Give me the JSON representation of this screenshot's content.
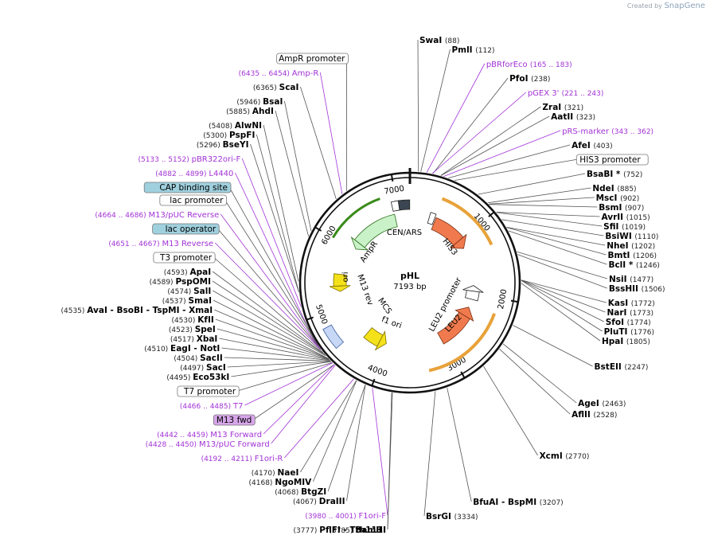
{
  "credit": {
    "prefix": "Created by",
    "brand": "SnapGene"
  },
  "plasmid": {
    "name": "pHL",
    "length_label": "7193 bp",
    "length": 7193
  },
  "ticks": [
    "1000",
    "2000",
    "3000",
    "4000",
    "5000",
    "6000",
    "7000"
  ],
  "inner_labels": {
    "cen_ars": "CEN/ARS",
    "his3": "HIS3",
    "ampr": "AmpR",
    "ori": "ori",
    "m13rev": "M13 rev",
    "mcs": "MCS",
    "f1ori": "f1 ori",
    "leu2_promoter": "LEU2 promoter",
    "leu2": "LEU2"
  },
  "right_labels": [
    {
      "kind": "enz",
      "name": "SwaI",
      "pos": "(88)",
      "bp": 88
    },
    {
      "kind": "enz",
      "name": "PmlI",
      "pos": "(112)",
      "bp": 112
    },
    {
      "kind": "primer",
      "name": "pBRforEco",
      "pos": "(165 .. 183)",
      "bp": 174
    },
    {
      "kind": "enz",
      "name": "PfoI",
      "pos": "(238)",
      "bp": 238
    },
    {
      "kind": "primer",
      "name": "pGEX 3'",
      "pos": "(221 .. 243)",
      "bp": 232
    },
    {
      "kind": "enz",
      "name": "ZraI",
      "pos": "(321)",
      "bp": 321
    },
    {
      "kind": "enz",
      "name": "AatII",
      "pos": "(323)",
      "bp": 323
    },
    {
      "kind": "primer",
      "name": "pRS-marker",
      "pos": "(343 .. 362)",
      "bp": 352
    },
    {
      "kind": "enz",
      "name": "AfeI",
      "pos": "(403)",
      "bp": 403
    },
    {
      "kind": "feature",
      "name": "HIS3 promoter",
      "pos": "",
      "bp": 470
    },
    {
      "kind": "enz",
      "name": "BsaBI *",
      "pos": "(752)",
      "bp": 752
    },
    {
      "kind": "enz",
      "name": "NdeI",
      "pos": "(885)",
      "bp": 885
    },
    {
      "kind": "enz",
      "name": "MscI",
      "pos": "(902)",
      "bp": 902
    },
    {
      "kind": "enz",
      "name": "BsmI",
      "pos": "(907)",
      "bp": 907
    },
    {
      "kind": "enz",
      "name": "AvrII",
      "pos": "(1015)",
      "bp": 1015
    },
    {
      "kind": "enz",
      "name": "SfiI",
      "pos": "(1019)",
      "bp": 1019
    },
    {
      "kind": "enz",
      "name": "BsiWI",
      "pos": "(1110)",
      "bp": 1110
    },
    {
      "kind": "enz",
      "name": "NheI",
      "pos": "(1202)",
      "bp": 1202
    },
    {
      "kind": "enz",
      "name": "BmtI",
      "pos": "(1206)",
      "bp": 1206
    },
    {
      "kind": "enz",
      "name": "BclI *",
      "pos": "(1246)",
      "bp": 1246
    },
    {
      "kind": "enz",
      "name": "NsiI",
      "pos": "(1477)",
      "bp": 1477
    },
    {
      "kind": "enz",
      "name": "BssHII",
      "pos": "(1506)",
      "bp": 1506
    },
    {
      "kind": "enz",
      "name": "KasI",
      "pos": "(1772)",
      "bp": 1772
    },
    {
      "kind": "enz",
      "name": "NarI",
      "pos": "(1773)",
      "bp": 1773
    },
    {
      "kind": "enz",
      "name": "SfoI",
      "pos": "(1774)",
      "bp": 1774
    },
    {
      "kind": "enz",
      "name": "PluTI",
      "pos": "(1776)",
      "bp": 1776
    },
    {
      "kind": "enz",
      "name": "HpaI",
      "pos": "(1805)",
      "bp": 1805
    },
    {
      "kind": "enz",
      "name": "BstEII",
      "pos": "(2247)",
      "bp": 2247
    },
    {
      "kind": "enz",
      "name": "AgeI",
      "pos": "(2463)",
      "bp": 2463
    },
    {
      "kind": "enz",
      "name": "AflII",
      "pos": "(2528)",
      "bp": 2528
    },
    {
      "kind": "enz",
      "name": "XcmI",
      "pos": "(2770)",
      "bp": 2770
    },
    {
      "kind": "enz",
      "name": "BfuAI - BspMI",
      "pos": "(3207)",
      "bp": 3207
    },
    {
      "kind": "enz",
      "name": "BsrGI",
      "pos": "(3334)",
      "bp": 3334
    }
  ],
  "left_labels": [
    {
      "kind": "feature",
      "name": "AmpR promoter",
      "pos": "",
      "bp": 6500
    },
    {
      "kind": "primer",
      "name": "Amp-R",
      "pos": "(6435 .. 6454)",
      "bp": 6445
    },
    {
      "kind": "enz",
      "name": "ScaI",
      "pos": "(6365)",
      "bp": 6365
    },
    {
      "kind": "enz",
      "name": "BsaI",
      "pos": "(5946)",
      "bp": 5946
    },
    {
      "kind": "enz",
      "name": "AhdI",
      "pos": "(5885)",
      "bp": 5885
    },
    {
      "kind": "enz",
      "name": "AlwNI",
      "pos": "(5408)",
      "bp": 5408
    },
    {
      "kind": "enz",
      "name": "PspFI",
      "pos": "(5300)",
      "bp": 5300
    },
    {
      "kind": "enz",
      "name": "BseYI",
      "pos": "(5296)",
      "bp": 5296
    },
    {
      "kind": "primer",
      "name": "pBR322ori-F",
      "pos": "(5133 .. 5152)",
      "bp": 5142
    },
    {
      "kind": "primer",
      "name": "L4440",
      "pos": "(4882 .. 4899)",
      "bp": 4890
    },
    {
      "kind": "feature-blue",
      "name": "CAP binding site",
      "pos": "",
      "bp": 4700
    },
    {
      "kind": "feature",
      "name": "lac promoter",
      "pos": "",
      "bp": 4690
    },
    {
      "kind": "primer",
      "name": "M13/pUC Reverse",
      "pos": "(4664 .. 4686)",
      "bp": 4675
    },
    {
      "kind": "feature-blue",
      "name": "lac operator",
      "pos": "",
      "bp": 4665
    },
    {
      "kind": "primer",
      "name": "M13 Reverse",
      "pos": "(4651 .. 4667)",
      "bp": 4659
    },
    {
      "kind": "feature",
      "name": "T3 promoter",
      "pos": "",
      "bp": 4620
    },
    {
      "kind": "enz",
      "name": "ApaI",
      "pos": "(4593)",
      "bp": 4593
    },
    {
      "kind": "enz",
      "name": "PspOMI",
      "pos": "(4589)",
      "bp": 4589
    },
    {
      "kind": "enz",
      "name": "SalI",
      "pos": "(4574)",
      "bp": 4574
    },
    {
      "kind": "enz",
      "name": "SmaI",
      "pos": "(4537)",
      "bp": 4537
    },
    {
      "kind": "enz",
      "name": "AvaI - BsoBI - TspMI - XmaI",
      "pos": "(4535)",
      "bp": 4535
    },
    {
      "kind": "enz",
      "name": "KfII",
      "pos": "(4530)",
      "bp": 4530
    },
    {
      "kind": "enz",
      "name": "SpeI",
      "pos": "(4523)",
      "bp": 4523
    },
    {
      "kind": "enz",
      "name": "XbaI",
      "pos": "(4517)",
      "bp": 4517
    },
    {
      "kind": "enz",
      "name": "EagI - NotI",
      "pos": "(4510)",
      "bp": 4510
    },
    {
      "kind": "enz",
      "name": "SacII",
      "pos": "(4504)",
      "bp": 4504
    },
    {
      "kind": "enz",
      "name": "SacI",
      "pos": "(4497)",
      "bp": 4497
    },
    {
      "kind": "enz",
      "name": "Eco53kI",
      "pos": "(4495)",
      "bp": 4495
    },
    {
      "kind": "feature",
      "name": "T7 promoter",
      "pos": "",
      "bp": 4480
    },
    {
      "kind": "primer",
      "name": "T7",
      "pos": "(4466 .. 4485)",
      "bp": 4475
    },
    {
      "kind": "feature-purple",
      "name": "M13 fwd",
      "pos": "",
      "bp": 4450
    },
    {
      "kind": "primer",
      "name": "M13 Forward",
      "pos": "(4442 .. 4459)",
      "bp": 4450
    },
    {
      "kind": "primer",
      "name": "M13/pUC Forward",
      "pos": "(4428 .. 4450)",
      "bp": 4439
    },
    {
      "kind": "primer",
      "name": "F1ori-R",
      "pos": "(4192 .. 4211)",
      "bp": 4201
    },
    {
      "kind": "enz",
      "name": "NaeI",
      "pos": "(4170)",
      "bp": 4170
    },
    {
      "kind": "enz",
      "name": "NgoMIV",
      "pos": "(4168)",
      "bp": 4168
    },
    {
      "kind": "enz",
      "name": "BtgZI",
      "pos": "(4068)",
      "bp": 4068
    },
    {
      "kind": "enz",
      "name": "DraIII",
      "pos": "(4067)",
      "bp": 4067
    },
    {
      "kind": "primer",
      "name": "F1ori-F",
      "pos": "(3980 .. 4001)",
      "bp": 3990
    },
    {
      "kind": "enz",
      "name": "BamHI",
      "pos": "(3785)",
      "bp": 3785
    },
    {
      "kind": "enz",
      "name": "PflFI - Tth111I",
      "pos": "(3777)",
      "bp": 3777
    }
  ],
  "colors": {
    "backbone": "#111111",
    "primer": "#a233d6",
    "ampr": "#c9f2c9",
    "ampr_arrow": "#3a8a1a",
    "cen_ars": "#3b4652",
    "his3": "#f07a4e",
    "leu2": "#f07a4e",
    "ori": "#f5e11a",
    "f1ori": "#f5e11a",
    "feature_blue_bg": "#9fd0de",
    "feature_purple_bg": "#d7a6ea",
    "orange_arc": "#e8a23a"
  }
}
